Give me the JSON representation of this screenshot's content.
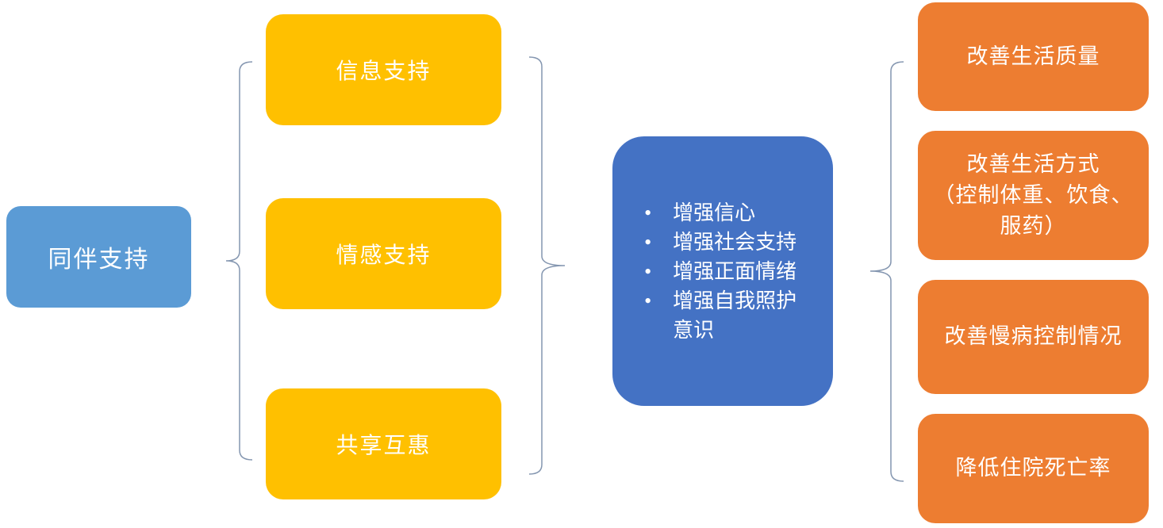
{
  "diagram": {
    "background_color": "#ffffff",
    "brace_color": "#8496B0",
    "root": {
      "label": "同伴支持",
      "color": "#5B9BD5",
      "text_color": "#ffffff"
    },
    "supports": {
      "color": "#FFC000",
      "items": [
        {
          "label": "信息支持"
        },
        {
          "label": "情感支持"
        },
        {
          "label": "共享互惠"
        }
      ]
    },
    "mechanisms": {
      "color": "#4472C4",
      "bullet_char": "•",
      "bullets": [
        "增强信心",
        "增强社会支持",
        "增强正面情绪",
        "增强自我照护意识"
      ]
    },
    "outcomes": {
      "color": "#ED7D31",
      "items": [
        {
          "label": "改善生活质量"
        },
        {
          "label": "改善生活方式\n（控制体重、饮食、\n服药）"
        },
        {
          "label": "改善慢病控制情况"
        },
        {
          "label": "降低住院死亡率"
        }
      ]
    }
  }
}
